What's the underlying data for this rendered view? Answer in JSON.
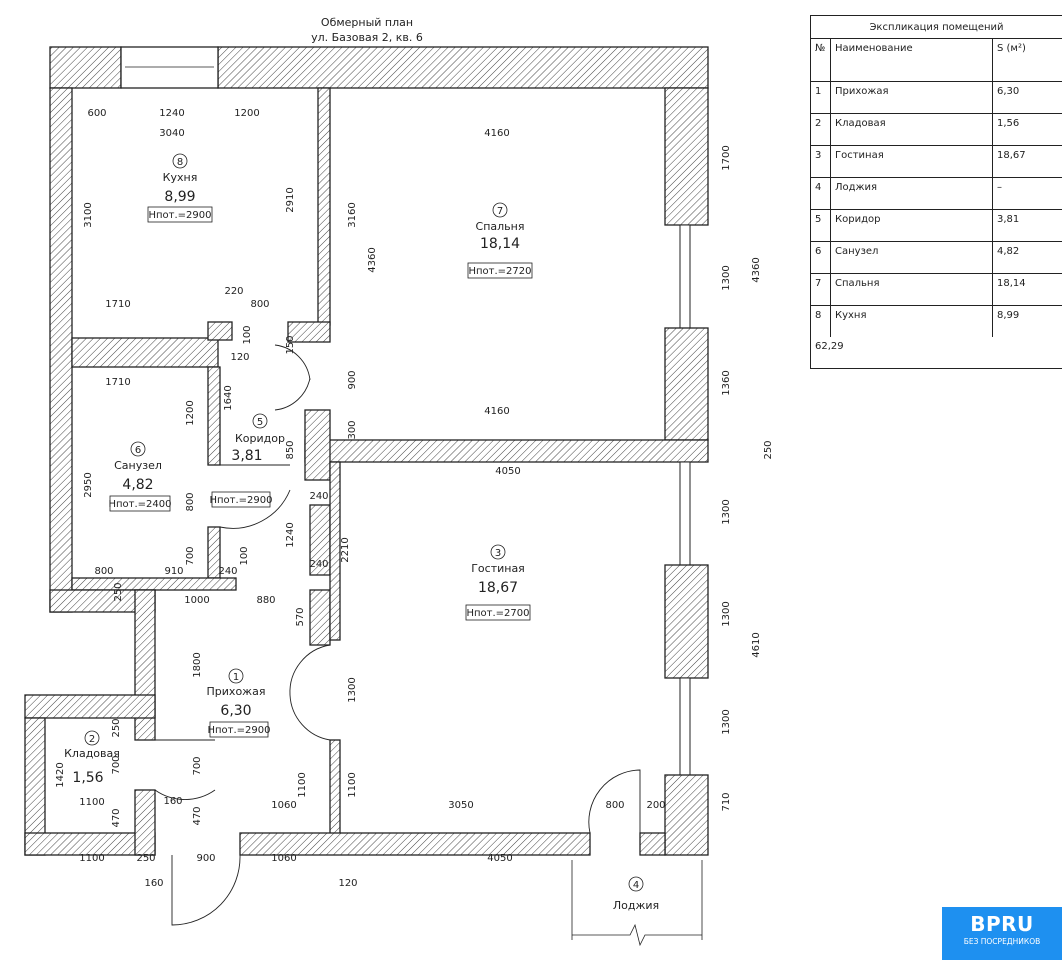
{
  "title": {
    "line1": "Обмерный план",
    "line2": "ул. Базовая 2, кв. 6"
  },
  "rooms": [
    {
      "num": "8",
      "name": "Кухня",
      "area": "8,99",
      "height": "Hпот.=2900"
    },
    {
      "num": "7",
      "name": "Спальня",
      "area": "18,14",
      "height": "Hпот.=2720"
    },
    {
      "num": "6",
      "name": "Санузел",
      "area": "4,82",
      "height": "Hпот.=2400"
    },
    {
      "num": "5",
      "name": "Коридор",
      "area": "3,81",
      "height": "Hпот.=2900"
    },
    {
      "num": "3",
      "name": "Гостиная",
      "area": "18,67",
      "height": "Hпот.=2700"
    },
    {
      "num": "1",
      "name": "Прихожая",
      "area": "6,30",
      "height": "Hпот.=2900"
    },
    {
      "num": "2",
      "name": "Кладовая",
      "area": "1,56"
    },
    {
      "num": "4",
      "name": "Лоджия"
    }
  ],
  "dims": [
    "600",
    "1240",
    "1200",
    "3040",
    "4160",
    "3100",
    "2910",
    "1710",
    "220",
    "800",
    "100",
    "120",
    "150",
    "3160",
    "4360",
    "900",
    "300",
    "1710",
    "1640",
    "1200",
    "4160",
    "1700",
    "1300",
    "1360",
    "4360",
    "250",
    "4050",
    "850",
    "240",
    "1240",
    "240",
    "2210",
    "2950",
    "800",
    "700",
    "100",
    "800",
    "910",
    "240",
    "250",
    "1000",
    "880",
    "570",
    "1300",
    "1300",
    "1300",
    "710",
    "4610",
    "1800",
    "1300",
    "250",
    "700",
    "1420",
    "700",
    "1100",
    "470",
    "160",
    "470",
    "1060",
    "3050",
    "800",
    "200",
    "1100",
    "1100",
    "1100",
    "250",
    "900",
    "1060",
    "4050",
    "160",
    "120"
  ],
  "explication": {
    "title": "Экспликация помещений",
    "headers": {
      "num": "№",
      "name": "Наименование",
      "area": "S (м²)"
    },
    "rows": [
      {
        "num": "1",
        "name": "Прихожая",
        "area": "6,30"
      },
      {
        "num": "2",
        "name": "Кладовая",
        "area": "1,56"
      },
      {
        "num": "3",
        "name": "Гостиная",
        "area": "18,67"
      },
      {
        "num": "4",
        "name": "Лоджия",
        "area": "–"
      },
      {
        "num": "5",
        "name": "Коридор",
        "area": "3,81"
      },
      {
        "num": "6",
        "name": "Санузел",
        "area": "4,82"
      },
      {
        "num": "7",
        "name": "Спальня",
        "area": "18,14"
      },
      {
        "num": "8",
        "name": "Кухня",
        "area": "8,99"
      }
    ],
    "total": "62,29"
  },
  "logo": {
    "brand": "BPRU",
    "tagline": "БЕЗ ПОСРЕДНИКОВ",
    "color": "#1e90f0"
  }
}
